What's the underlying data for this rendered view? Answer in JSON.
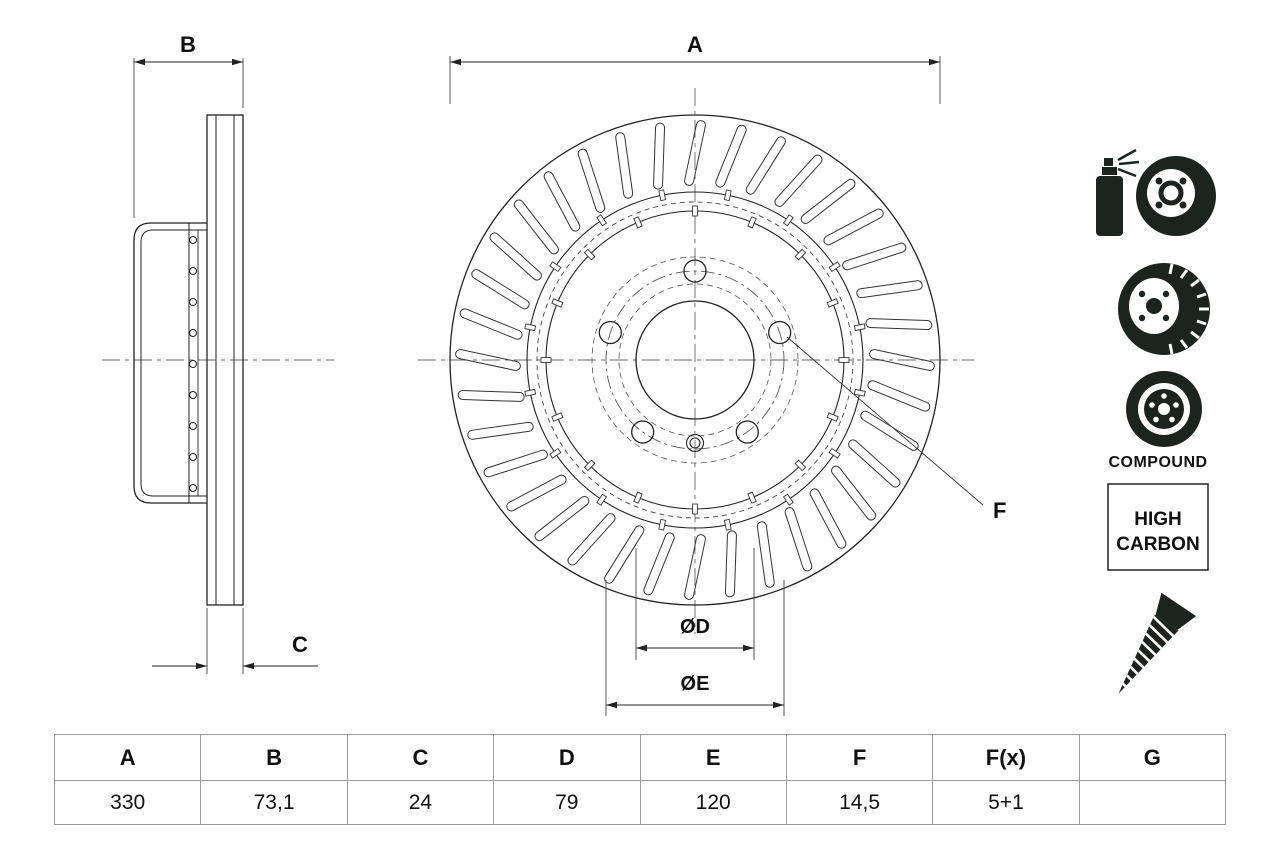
{
  "drawing": {
    "labels": {
      "a": "A",
      "b": "B",
      "c": "C",
      "d": "ØD",
      "e": "ØE",
      "f": "F"
    }
  },
  "icons": {
    "compound_label": "COMPOUND",
    "high_carbon": {
      "line1": "HIGH",
      "line2": "CARBON"
    }
  },
  "table": {
    "headers": [
      "A",
      "B",
      "C",
      "D",
      "E",
      "F",
      "F(x)",
      "G"
    ],
    "values": [
      "330",
      "73,1",
      "24",
      "79",
      "120",
      "14,5",
      "5+1",
      ""
    ]
  },
  "colors": {
    "line": "#222222",
    "centerline": "#666666",
    "icon": "#1b241f",
    "table_border": "#9b9b9b"
  }
}
